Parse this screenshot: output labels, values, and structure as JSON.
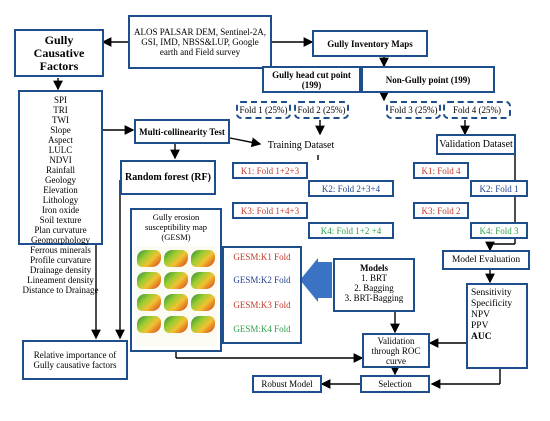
{
  "title_box": {
    "line1": "Gully",
    "line2": "Causative",
    "line3": "Factors"
  },
  "data_sources": "ALOS PALSAR DEM, Sentinel-2A, GSI, IMD, NBSS&LUP, Google earth and Field survey",
  "gully_inventory": "Gully Inventory Maps",
  "gully_head": "Gully head cut point (199)",
  "non_gully": "Non-Gully point (199)",
  "folds": [
    "Fold 1 (25%)",
    "Fold 2 (25%)",
    "Fold 3 (25%)",
    "Fold 4 (25%)"
  ],
  "factors": [
    "SPI",
    "TRI",
    "TWI",
    "Slope",
    "Aspect",
    "LULC",
    "NDVI",
    "Rainfall",
    "Geology",
    "Elevation",
    "Lithology",
    "Iron oxide",
    "Soil texture",
    "Plan curvature",
    "Geomorphology",
    "Ferrous minerals",
    "Profile curvature",
    "Drainage density",
    "Lineament density",
    "Distance to Drainage"
  ],
  "multicollinearity": "Multi-collinearity Test",
  "random_forest": "Random forest (RF)",
  "training_dataset": "Training Dataset",
  "validation_dataset": "Validation Dataset",
  "training_k": [
    "K1: Fold 1+2+3",
    "K2: Fold 2+3+4",
    "K3: Fold 1+4+3",
    "K4: Fold 1+2 +4"
  ],
  "validation_k": [
    "K1: Fold 4",
    "K2: Fold 1",
    "K3: Fold 2",
    "K4: Fold 3"
  ],
  "gesm_title": "Gully erosion susceptibility map (GESM)",
  "gesm": [
    "GESM:K1 Fold",
    "GESM:K2 Fold",
    "GESM:K3 Fold",
    "GESM:K4 Fold"
  ],
  "models_title": "Models",
  "models": [
    "1. BRT",
    "2. Bagging",
    "3. BRT-Bagging"
  ],
  "model_evaluation": "Model Evaluation",
  "metrics": [
    "Sensitivity",
    "Specificity",
    "NPV",
    "PPV",
    "AUC"
  ],
  "roc_validation": "Validation through ROC curve",
  "selection": "Selection",
  "robust_model": "Robust Model",
  "relative_importance": "Relative importance of Gully causative factors",
  "colors": {
    "border": "#1f4e8c",
    "red": "#c0392b",
    "blue": "#1f3f8c",
    "green": "#2e9e4a"
  }
}
